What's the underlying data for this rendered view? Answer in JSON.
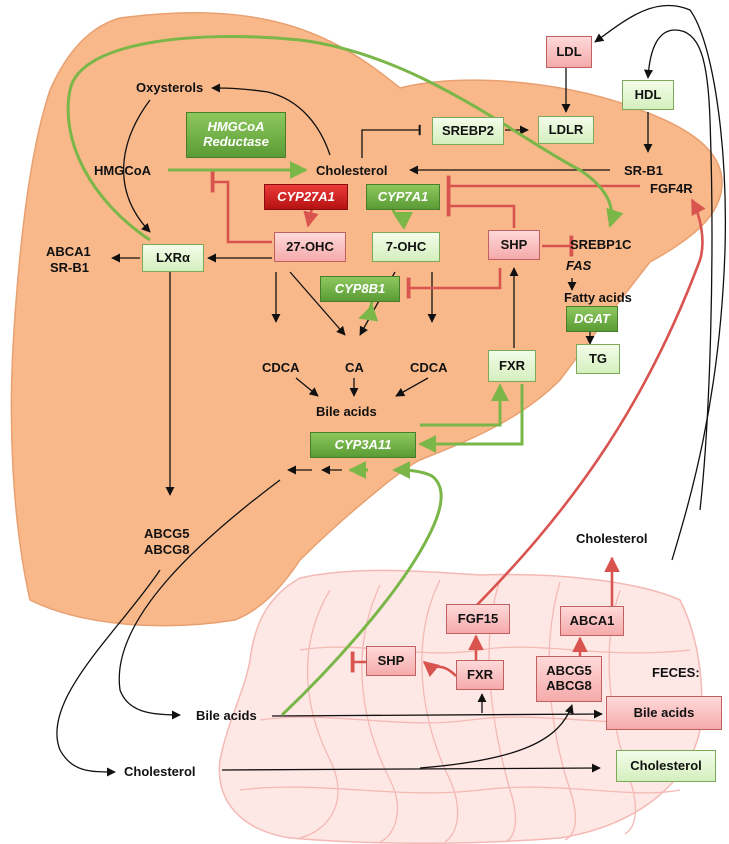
{
  "colors": {
    "liver_fill": "#f8b88a",
    "intestine_fill": "#fde8e6",
    "inhibition_red": "#d9534f",
    "activation_green": "#7ab648",
    "arrow_black": "#111111"
  },
  "liver": {
    "oxysterols": "Oxysterols",
    "hmgcoa": "HMGCoA",
    "hmgcoa_reductase_line1": "HMGCoA",
    "hmgcoa_reductase_line2": "Reductase",
    "cholesterol": "Cholesterol",
    "srebp2": "SREBP2",
    "ldlr": "LDLR",
    "sr_b1": "SR-B1",
    "fgf4r": "FGF4R",
    "cyp27a1": "CYP27A1",
    "cyp7a1": "CYP7A1",
    "abca1_srb1_line1": "ABCA1",
    "abca1_srb1_line2": "SR-B1",
    "lxra": "LXRα",
    "oh27": "27-OHC",
    "oh7": "7-OHC",
    "shp": "SHP",
    "srebp1c": "SREBP1C",
    "fas": "FAS",
    "fatty_acids": "Fatty acids",
    "dgat": "DGAT",
    "tg": "TG",
    "cyp8b1": "CYP8B1",
    "cdca_left": "CDCA",
    "ca": "CA",
    "cdca_right": "CDCA",
    "fxr": "FXR",
    "bile_acids": "Bile acids",
    "cyp3a11": "CYP3A11",
    "abcg5_line1": "ABCG5",
    "abcg5_line2": "ABCG8"
  },
  "circulation": {
    "ldl": "LDL",
    "hdl": "HDL",
    "cholesterol_blood": "Cholesterol"
  },
  "intestine": {
    "fgf15": "FGF15",
    "abca1": "ABCA1",
    "shp": "SHP",
    "fxr": "FXR",
    "abcg5_line1": "ABCG5",
    "abcg5_line2": "ABCG8",
    "bile_acids": "Bile acids",
    "cholesterol": "Cholesterol"
  },
  "feces": {
    "label": "FECES:",
    "bile_acids": "Bile acids",
    "cholesterol": "Cholesterol"
  }
}
